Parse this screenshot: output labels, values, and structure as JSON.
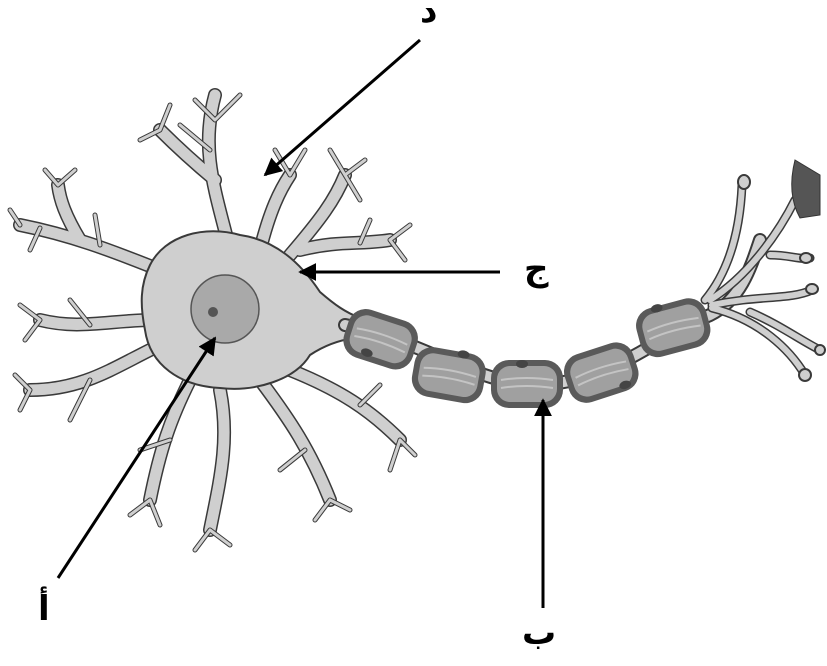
{
  "labels": {
    "a": "أ",
    "b": "ب",
    "j": "ج",
    "d": "د"
  },
  "colors": {
    "cell_fill": "#cfcfcf",
    "cell_stroke": "#3a3a3a",
    "nucleus_fill": "#a9a9a9",
    "nucleolus_fill": "#555555",
    "myelin_outer": "#5a5a5a",
    "myelin_inner": "#a0a0a0",
    "arrow": "#000000"
  },
  "icons": {
    "neuron": "neuron-diagram",
    "arrow": "arrow-pointer"
  }
}
